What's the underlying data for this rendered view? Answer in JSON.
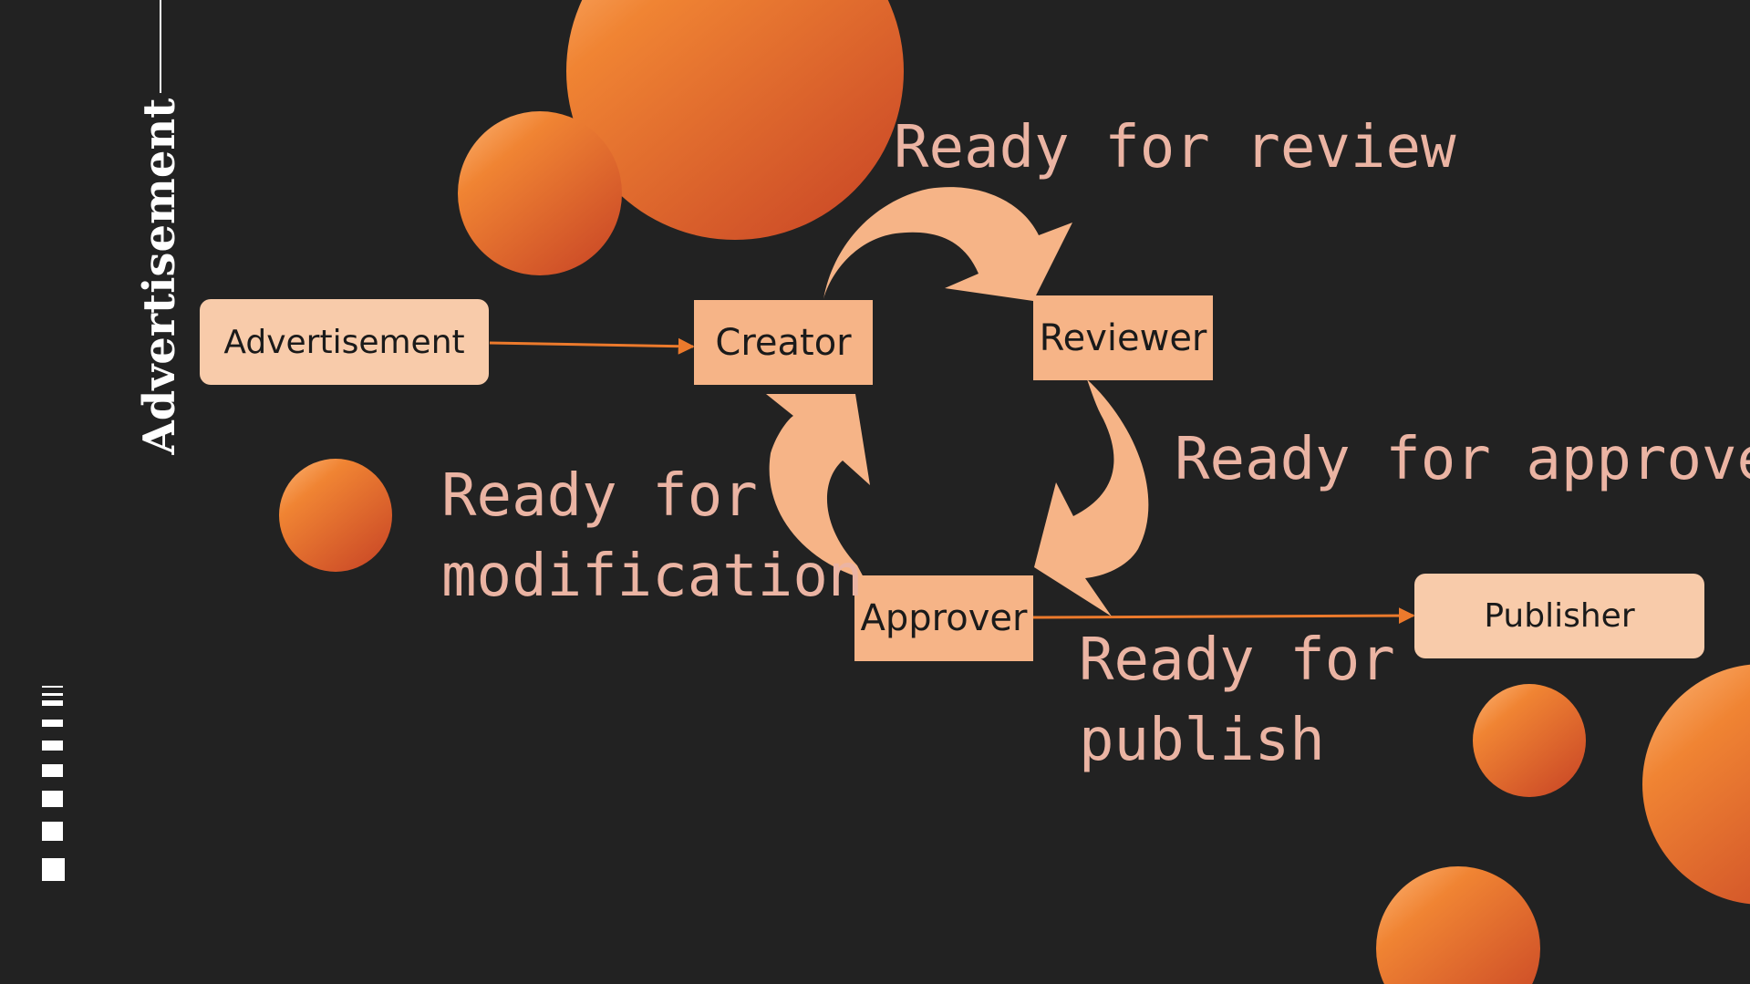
{
  "slide": {
    "vertical_title": "Advertisement"
  },
  "diagram": {
    "nodes": {
      "advertisement": "Advertisement",
      "creator": "Creator",
      "reviewer": "Reviewer",
      "approver": "Approver",
      "publisher": "Publisher"
    },
    "labels": {
      "ready_for_review": "Ready for review",
      "ready_for_approve": "Ready for approve",
      "ready_for_modification_line1": "Ready for",
      "ready_for_modification_line2": "modification",
      "ready_for_publish_line1": "Ready for",
      "ready_for_publish_line2": "publish"
    }
  },
  "colors": {
    "background": "#222222",
    "circle_light": "#f28a35",
    "circle_dark": "#cf4e28",
    "node_fill": "#f6b487",
    "node_pill_fill": "#f8cbaa",
    "cycle_arrow": "#f6b487",
    "connector": "#ec7a2c",
    "label_text": "#ebb4a3",
    "title_text": "#ffffff"
  }
}
